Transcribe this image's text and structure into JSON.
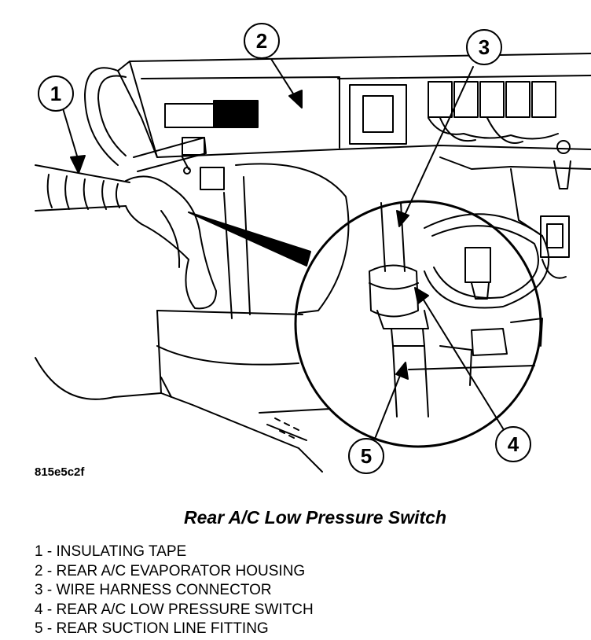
{
  "figure_id": "815e5c2f",
  "title": "Rear A/C Low Pressure Switch",
  "callouts": [
    "1",
    "2",
    "3",
    "4",
    "5"
  ],
  "legend": [
    {
      "number": "1",
      "text": "INSULATING TAPE"
    },
    {
      "number": "2",
      "text": "REAR A/C EVAPORATOR HOUSING"
    },
    {
      "number": "3",
      "text": "WIRE HARNESS CONNECTOR"
    },
    {
      "number": "4",
      "text": "REAR A/C LOW PRESSURE SWITCH"
    },
    {
      "number": "5",
      "text": "REAR SUCTION LINE FITTING"
    }
  ],
  "separator": " - "
}
